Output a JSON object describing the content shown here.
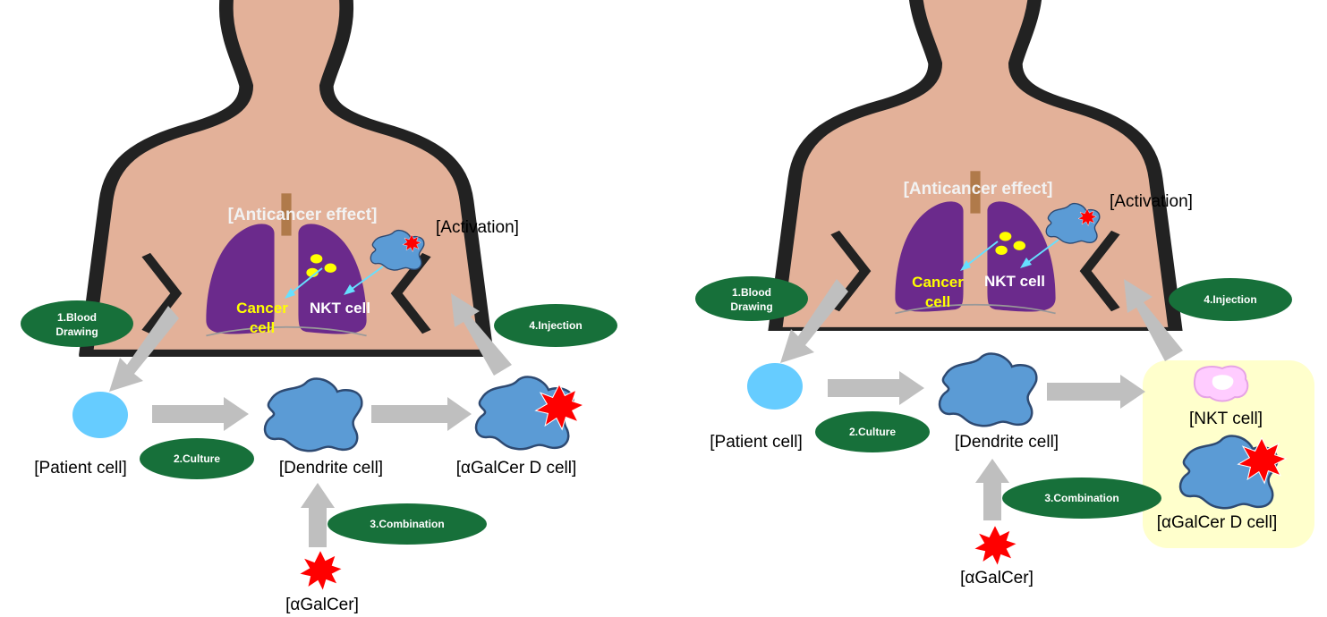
{
  "colors": {
    "skin": "#e3b199",
    "outline": "#222222",
    "lung": "#6b2a8c",
    "step_badge": "#17703a",
    "arrow": "#bfbfbf",
    "patient_cell": "#66ccff",
    "dendrite_cell": "#5b9bd5",
    "burst": "#ff0000",
    "highlight_box": "#ffffcc",
    "nkt_pink": "#ffccff",
    "target_arrow": "#66e0ff"
  },
  "icons": [
    "human-silhouette",
    "lungs",
    "dendrite-cell",
    "burst-icon",
    "patient-cell",
    "nkt-cell-icon"
  ],
  "left": {
    "anticancer": "[Anticancer effect]",
    "activation": "[Activation]",
    "cancer_line1": "Cancer",
    "cancer_line2": "cell",
    "nkt_cell": "NKT cell",
    "step1_line1": "1.Blood",
    "step1_line2": "Drawing",
    "step2": "2.Culture",
    "step3": "3.Combination",
    "step4": "4.Injection",
    "patient_cell": "[Patient cell]",
    "dendrite_cell": "[Dendrite cell]",
    "agalcer_d_cell": "[αGalCer D cell]",
    "agalcer": "[αGalCer]"
  },
  "right": {
    "anticancer": "[Anticancer effect]",
    "activation": "[Activation]",
    "cancer_line1": "Cancer",
    "cancer_line2": "cell",
    "nkt_cell": "NKT cell",
    "step1_line1": "1.Blood",
    "step1_line2": "Drawing",
    "step2": "2.Culture",
    "step3": "3.Combination",
    "step4": "4.Injection",
    "patient_cell": "[Patient cell]",
    "dendrite_cell": "[Dendrite cell]",
    "nkt_cell_label": "[NKT cell]",
    "agalcer_d_cell": "[αGalCer D cell]",
    "agalcer": "[αGalCer]"
  }
}
